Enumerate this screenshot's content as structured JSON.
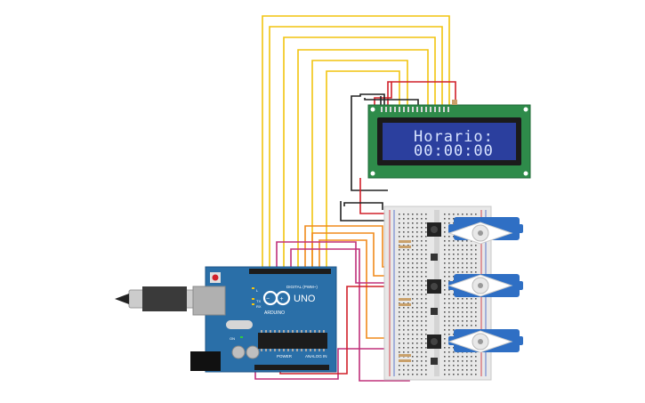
{
  "lcd": {
    "line1": "Horario:",
    "line2": "00:00:00"
  },
  "arduino": {
    "model": "UNO",
    "brand": "ARDUINO",
    "digital_label": "DIGITAL (PWM~)",
    "power_label": "POWER",
    "analog_label": "ANALOG IN",
    "tx_label": "TX",
    "rx_label": "RX",
    "l_label": "L",
    "on_label": "ON"
  },
  "colors": {
    "board": "#2a6fa8",
    "lcd_pcb": "#2e8b4a",
    "lcd_screen": "#2b3f9e",
    "wire_yellow": "#f2c40f",
    "wire_red": "#d0202a",
    "wire_black": "#222222",
    "wire_orange": "#f08a1c",
    "wire_pink": "#c0307a",
    "servo_blue": "#2f6fc4"
  }
}
